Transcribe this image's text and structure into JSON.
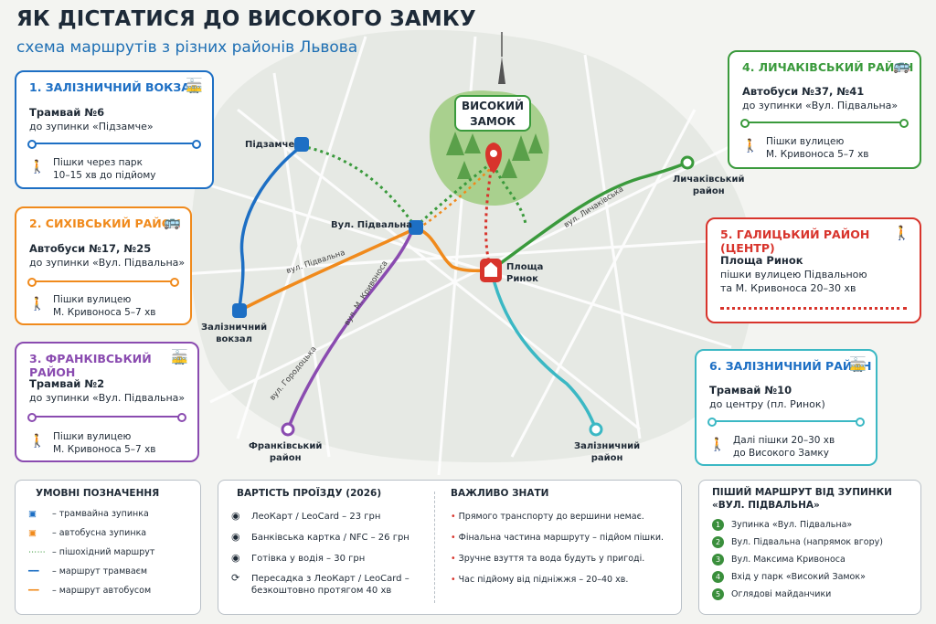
{
  "header": {
    "title": "ЯК ДІСТАТИСЯ ДО ВИСОКОГО ЗАМКУ",
    "subtitle": "схема маршрутів з різних районів Львова"
  },
  "colors": {
    "rail": "#1d6fc4",
    "sykhiv": "#f08a1c",
    "frankivsk": "#8a4bb0",
    "lychakiv": "#3a9a3c",
    "halych": "#d8342c",
    "zaliznychnyi": "#3bb8c4",
    "walk": "#3a9a3c"
  },
  "castle": {
    "label_line1": "ВИСОКИЙ",
    "label_line2": "ЗАМОК"
  },
  "map_labels": {
    "pidzamche": "Підзамче",
    "pidvalna": "Вул. Підвальна",
    "rynok_line1": "Площа",
    "rynok_line2": "Ринок",
    "vokzal_line1": "Залізничний",
    "vokzal_line2": "вокзал",
    "lychakiv_line1": "Личаківський",
    "lychakiv_line2": "район",
    "frankivsk_line1": "Франківський",
    "frankivsk_line2": "район",
    "zaliznychnyi_line1": "Залізничний",
    "zaliznychnyi_line2": "район",
    "street_pidvalna": "вул. Підвальна",
    "street_krivonosa": "вул. М. Кривоноса",
    "street_horodotska": "вул. Городоцька",
    "street_lychakivska": "вул. Личаківська"
  },
  "routes": [
    {
      "id": "rail",
      "header": "1.  ЗАЛІЗНИЧНИЙ ВОКЗАЛ",
      "icon": "tram-icon",
      "icon_glyph": "🚋",
      "line1": "Трамвай №6",
      "line2": "до зупинки «Підзамче»",
      "walk1": "Пішки через парк",
      "walk2": "10–15 хв до підйому"
    },
    {
      "id": "sykhiv",
      "header": "2.  СИХІВСЬКИЙ РАЙОН",
      "icon": "bus-icon",
      "icon_glyph": "🚌",
      "line1": "Автобуси №17, №25",
      "line2": "до зупинки «Вул. Підвальна»",
      "walk1": "Пішки вулицею",
      "walk2": "М. Кривоноса 5–7 хв"
    },
    {
      "id": "frankivsk",
      "header": "3.  ФРАНКІВСЬКИЙ РАЙОН",
      "icon": "tram-icon",
      "icon_glyph": "🚋",
      "line1": "Трамвай №2",
      "line2": "до зупинки «Вул. Підвальна»",
      "walk1": "Пішки вулицею",
      "walk2": "М. Кривоноса 5–7 хв"
    },
    {
      "id": "lychakiv",
      "header": "4.  ЛИЧАКІВСЬКИЙ РАЙОН",
      "icon": "bus-icon",
      "icon_glyph": "🚌",
      "line1": "Автобуси №37, №41",
      "line2": "до зупинки «Вул. Підвальна»",
      "walk1": "Пішки вулицею",
      "walk2": "М. Кривоноса 5–7 хв"
    },
    {
      "id": "halych",
      "header": "5.  ГАЛИЦЬКИЙ РАЙОН (ЦЕНТР)",
      "icon": "walk-icon",
      "icon_glyph": "🚶",
      "line1": "Площа Ринок",
      "line2a": "пішки вулицею Підвальною",
      "line2b": "та М. Кривоноса 20–30 хв"
    },
    {
      "id": "zaliznychnyi",
      "header": "6.  ЗАЛІЗНИЧНИЙ РАЙОН",
      "icon": "tram-icon",
      "icon_glyph": "🚋",
      "line1": "Трамвай №10",
      "line2": "до центру (пл. Ринок)",
      "walk1": "Далі пішки 20–30 хв",
      "walk2": "до Високого Замку"
    }
  ],
  "legend": {
    "title": "УМОВНІ ПОЗНАЧЕННЯ",
    "items": [
      "– трамвайна зупинка",
      "– автобусна зупинка",
      "– пішохідний маршрут",
      "– маршрут трамваєм",
      "– маршрут автобусом"
    ]
  },
  "fares": {
    "title": "ВАРТІСТЬ ПРОЇЗДУ (2026)",
    "items": [
      "ЛеоКарт / LeoCard – 23 грн",
      "Банківська картка / NFC – 26 грн",
      "Готівка у водія – 30 грн",
      "Пересадка з ЛеоКарт / LeoCard –",
      "безкоштовно протягом 40 хв"
    ]
  },
  "notes": {
    "title": "ВАЖЛИВО ЗНАТИ",
    "items": [
      "Прямого транспорту до вершини немає.",
      "Фінальна частина маршруту – підйом пішки.",
      "Зручне взуття та вода будуть у пригоді.",
      "Час підйому від підніжжя – 20–40 хв."
    ]
  },
  "walkroute": {
    "title1": "ПІШИЙ МАРШРУТ ВІД ЗУПИНКИ",
    "title2": "«ВУЛ. ПІДВАЛЬНА»",
    "steps": [
      "Зупинка «Вул. Підвальна»",
      "Вул. Підвальна (напрямок вгору)",
      "Вул. Максима Кривоноса",
      "Вхід у парк «Високий Замок»",
      "Оглядові майданчики"
    ]
  }
}
